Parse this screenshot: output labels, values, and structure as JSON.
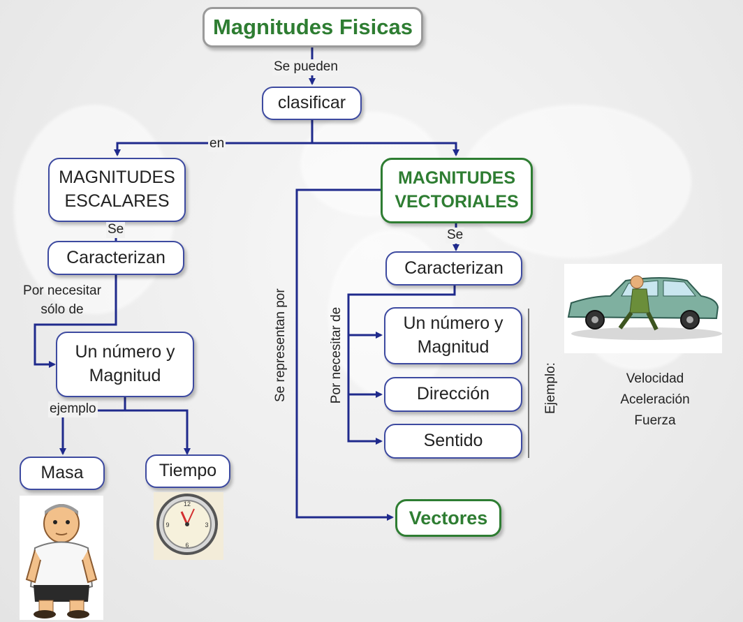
{
  "nodes": {
    "root": "Magnitudes Fisicas",
    "classify": "clasificar",
    "scalar": "MAGNITUDES ESCALARES",
    "vector": "MAGNITUDES VECTORIALES",
    "scalar_characterize": "Caracterizan",
    "vector_characterize": "Caracterizan",
    "scalar_number": "Un número y Magnitud",
    "vector_number": "Un número y Magnitud",
    "direction": "Dirección",
    "sense": "Sentido",
    "mass": "Masa",
    "time": "Tiempo",
    "vectors": "Vectores"
  },
  "labels": {
    "can_be": "Se pueden",
    "in": "en",
    "se_left": "Se",
    "se_right": "Se",
    "only_need": "Por necesitar sólo de",
    "example": "ejemplo",
    "represented_by": "Se representan por",
    "needs": "Por necesitar de",
    "example_colon": "Ejemplo:"
  },
  "examples": [
    "Velocidad",
    "Aceleración",
    "Fuerza"
  ],
  "colors": {
    "connector": "#1f2a8c",
    "node_border": "#3d4aa0",
    "highlight": "#2e7d32"
  },
  "icons": [
    "person-illustration",
    "clock-icon",
    "car-illustration"
  ]
}
